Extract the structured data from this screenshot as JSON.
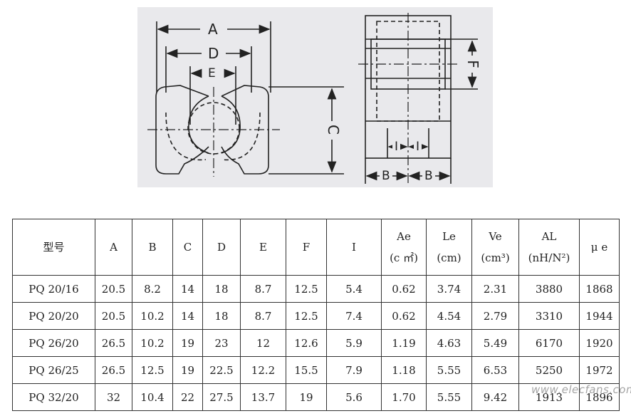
{
  "drawing": {
    "dimension_labels": {
      "A": "A",
      "D": "D",
      "E": "E",
      "C": "C",
      "F": "F",
      "I_left": "I",
      "I_right": "I",
      "B_left": "B",
      "B_right": "B"
    }
  },
  "table": {
    "headers": [
      {
        "line1": "型号",
        "line2": ""
      },
      {
        "line1": "A",
        "line2": ""
      },
      {
        "line1": "B",
        "line2": ""
      },
      {
        "line1": "C",
        "line2": ""
      },
      {
        "line1": "D",
        "line2": ""
      },
      {
        "line1": "E",
        "line2": ""
      },
      {
        "line1": "F",
        "line2": ""
      },
      {
        "line1": "I",
        "line2": ""
      },
      {
        "line1": "Ae",
        "line2": "(c ㎡)"
      },
      {
        "line1": "Le",
        "line2": "(cm)"
      },
      {
        "line1": "Ve",
        "line2": "(cm³)"
      },
      {
        "line1": "AL",
        "line2": "(nH/N²)"
      },
      {
        "line1": "μ e",
        "line2": ""
      }
    ],
    "rows": [
      [
        "PQ 20/16",
        "20.5",
        "8.2",
        "14",
        "18",
        "8.7",
        "12.5",
        "5.4",
        "0.62",
        "3.74",
        "2.31",
        "3880",
        "1868"
      ],
      [
        "PQ 20/20",
        "20.5",
        "10.2",
        "14",
        "18",
        "8.7",
        "12.5",
        "7.4",
        "0.62",
        "4.54",
        "2.79",
        "3310",
        "1944"
      ],
      [
        "PQ 26/20",
        "26.5",
        "10.2",
        "19",
        "23",
        "12",
        "12.6",
        "5.9",
        "1.19",
        "4.63",
        "5.49",
        "6170",
        "1920"
      ],
      [
        "PQ 26/25",
        "26.5",
        "12.5",
        "19",
        "22.5",
        "12.2",
        "15.5",
        "7.9",
        "1.18",
        "5.55",
        "6.53",
        "5250",
        "1972"
      ],
      [
        "PQ 32/20",
        "32",
        "10.4",
        "22",
        "27.5",
        "13.7",
        "19",
        "5.6",
        "1.70",
        "5.55",
        "9.42",
        "1913",
        "1896"
      ]
    ]
  },
  "watermark": "www.elecfans.com"
}
